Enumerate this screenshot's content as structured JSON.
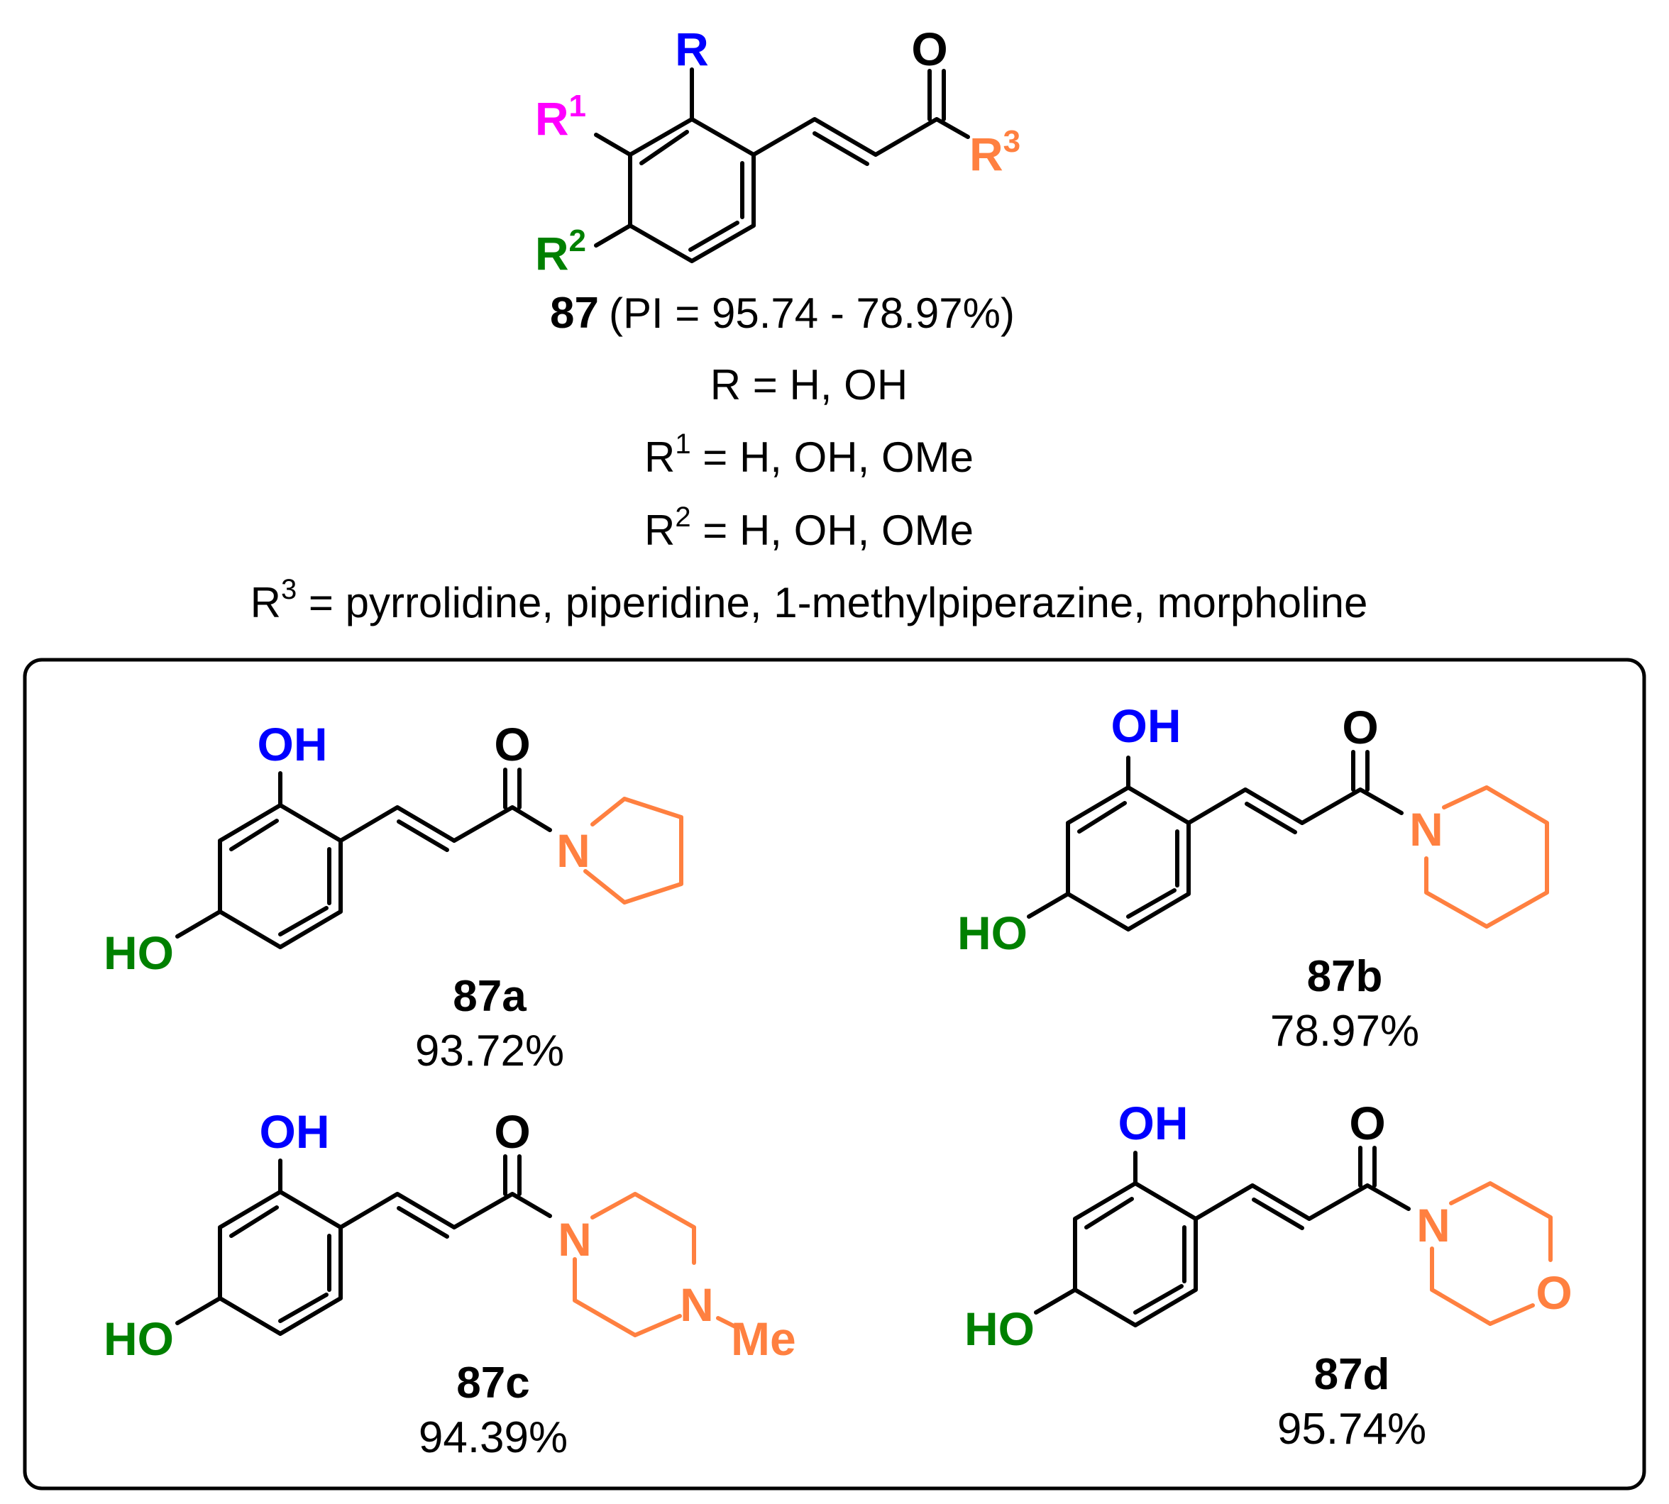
{
  "colors": {
    "black": "#000000",
    "blue": "#0000ff",
    "magenta": "#ff00ff",
    "green": "#008000",
    "orange": "#ff8040"
  },
  "general": {
    "R": "R",
    "R1_base": "R",
    "R1_sup": "1",
    "R2_base": "R",
    "R2_sup": "2",
    "R3_base": "R",
    "R3_sup": "3",
    "O": "O",
    "compound_label": "87",
    "pi_range": "(PI = 95.74 - 78.97%)",
    "defs": {
      "r_line": "R = H, OH",
      "r1_base": "R",
      "r1_sup": "1",
      "r1_text": " = H, OH, OMe",
      "r2_base": "R",
      "r2_sup": "2",
      "r2_text": " = H, OH, OMe",
      "r3_base": "R",
      "r3_sup": "3",
      "r3_text": " = pyrrolidine, piperidine, 1-methylpiperazine, morpholine"
    }
  },
  "compounds": [
    {
      "id": "87a",
      "label": "87a",
      "value": "93.72%",
      "oh": "OH",
      "ho": "HO",
      "o": "O",
      "n": "N"
    },
    {
      "id": "87b",
      "label": "87b",
      "value": "78.97%",
      "oh": "OH",
      "ho": "HO",
      "o": "O",
      "n": "N"
    },
    {
      "id": "87c",
      "label": "87c",
      "value": "94.39%",
      "oh": "OH",
      "ho": "HO",
      "o": "O",
      "n": "N",
      "n2": "N",
      "me": "Me"
    },
    {
      "id": "87d",
      "label": "87d",
      "value": "95.74%",
      "oh": "OH",
      "ho": "HO",
      "o": "O",
      "n": "N",
      "o2": "O"
    }
  ]
}
